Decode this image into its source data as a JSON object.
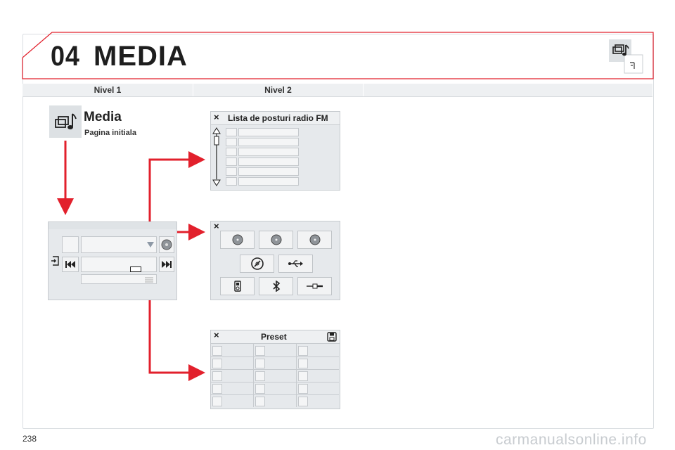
{
  "chapter": {
    "number": "04",
    "title": "MEDIA"
  },
  "columns": {
    "level1": "Nivel 1",
    "level2": "Nivel 2"
  },
  "media": {
    "title": "Media",
    "subtitle": "Pagina initiala"
  },
  "fm_list": {
    "title": "Lista de posturi radio FM",
    "close": "×"
  },
  "source_panel": {
    "close": "×"
  },
  "preset": {
    "title": "Preset",
    "close": "×"
  },
  "footer": {
    "page_number": "238",
    "watermark": "carmanualsonline.info"
  },
  "colors": {
    "arrow": "#e2202c",
    "banner_line": "#e2202c",
    "panel": "#e6e9ec"
  }
}
